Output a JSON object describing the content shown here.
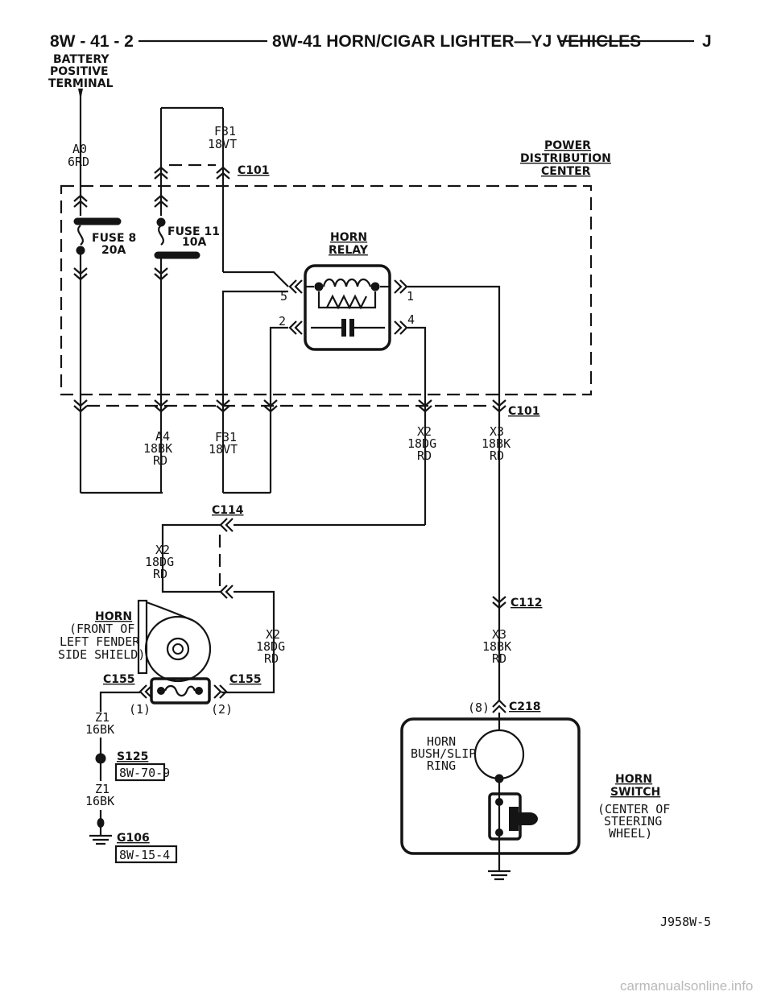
{
  "header": {
    "page_ref": "8W - 41 - 2",
    "title": "8W-41 HORN/CIGAR LIGHTER—YJ VEHICLES",
    "section": "J"
  },
  "battery_label": [
    "BATTERY",
    "POSITIVE",
    "TERMINAL"
  ],
  "pdc_label": [
    "POWER",
    "DISTRIBUTION",
    "CENTER"
  ],
  "connectors": {
    "c101": "C101",
    "c114": "C114",
    "c112": "C112",
    "c155": "C155",
    "c218": "C218",
    "c218_pin": "(8)",
    "c155_pin1": "(1)",
    "c155_pin2": "(2)"
  },
  "fuses": {
    "fuse8": [
      "FUSE 8",
      "20A"
    ],
    "fuse11": [
      "FUSE 11",
      "10A"
    ]
  },
  "relay": {
    "name": [
      "HORN",
      "RELAY"
    ],
    "pins": [
      "5",
      "1",
      "2",
      "4"
    ]
  },
  "wires": {
    "a0": [
      "A0",
      "6RD"
    ],
    "f31_top": [
      "F31",
      "18VT"
    ],
    "a4": [
      "A4",
      "18BK",
      "RD"
    ],
    "f31_bot": [
      "F31",
      "18VT"
    ],
    "x2_pdc": [
      "X2",
      "18DG",
      "RD"
    ],
    "x3_pdc": [
      "X3",
      "18BK",
      "RD"
    ],
    "x2_left": [
      "X2",
      "18DG",
      "RD"
    ],
    "x2_right": [
      "X2",
      "18DG",
      "RD"
    ],
    "x3_c112": [
      "X3",
      "18BK",
      "RD"
    ],
    "z1_a": [
      "Z1",
      "16BK"
    ],
    "z1_b": [
      "Z1",
      "16BK"
    ]
  },
  "horn": {
    "name": "HORN",
    "location": [
      "(FRONT OF",
      "LEFT FENDER",
      "SIDE SHIELD)"
    ]
  },
  "splice": {
    "id": "S125",
    "ref": "8W-70-9"
  },
  "ground": {
    "id": "G106",
    "ref": "8W-15-4"
  },
  "bush": [
    "HORN",
    "BUSH/SLIP",
    "RING"
  ],
  "horn_switch": {
    "name": [
      "HORN",
      "SWITCH"
    ],
    "location": [
      "(CENTER OF",
      "STEERING",
      "WHEEL)"
    ]
  },
  "figure_id": "J958W-5",
  "watermark": "carmanualsonline.info",
  "colors": {
    "ink": "#141414",
    "paper": "#ffffff"
  }
}
